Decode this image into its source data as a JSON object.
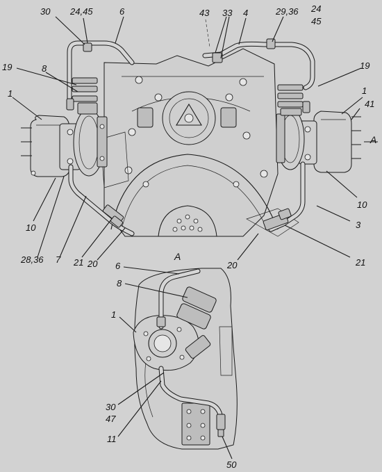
{
  "view_label": "A",
  "view_marker": "A",
  "callouts": {
    "c30": "30",
    "c24_45_left": "24,45",
    "c6_top": "6",
    "c43": "43",
    "c33": "33",
    "c4": "4",
    "c29_36": "29,36",
    "c24_right": "24",
    "c45_right": "45",
    "c19_left": "19",
    "c8_top": "8",
    "c19_right": "19",
    "c1_left": "1",
    "c1_right": "1",
    "c41": "41",
    "c10_left": "10",
    "c10_right": "10",
    "c3": "3",
    "c28_36": "28,36",
    "c7": "7",
    "c21_left": "21",
    "c20_left": "20",
    "c20_right": "20",
    "c21_right": "21",
    "c6_view": "6",
    "c8_view": "8",
    "c1_view": "1",
    "c30_view": "30",
    "c47": "47",
    "c11": "11",
    "c50": "50"
  }
}
